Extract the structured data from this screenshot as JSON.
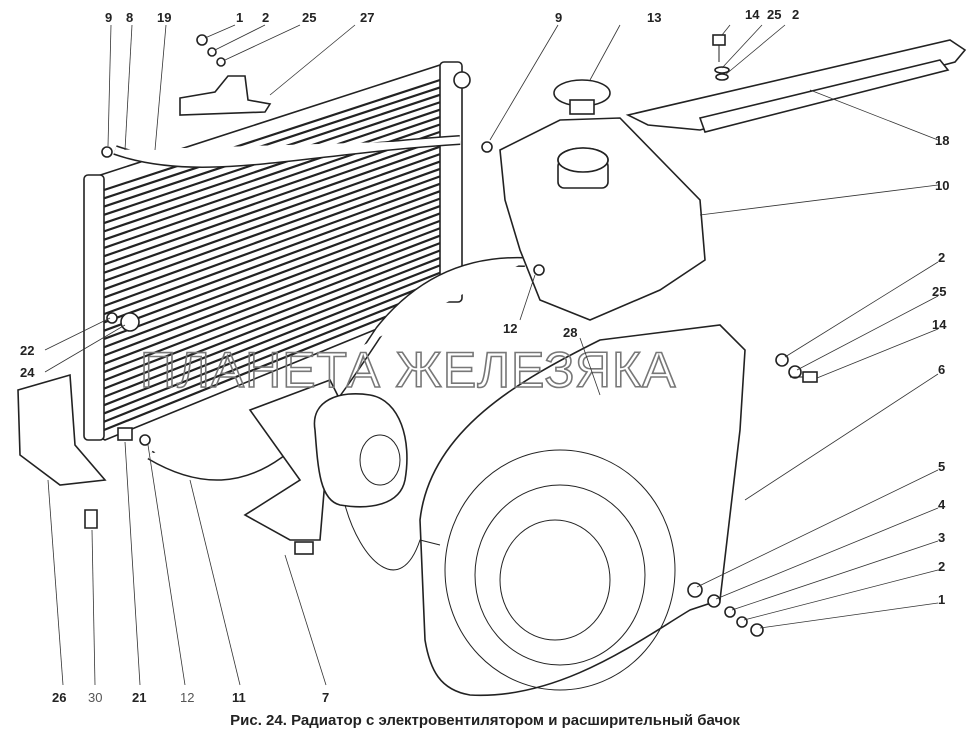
{
  "figure": {
    "caption": "Рис. 24. Радиатор с электровентилятором и расширительный бачок",
    "watermark": "ПЛАНЕТА ЖЕЛЕЗЯКА",
    "callouts": {
      "top_left": [
        "9",
        "8",
        "19"
      ],
      "top_mid": [
        "1",
        "2",
        "25",
        "27"
      ],
      "top_9": "9",
      "top_13": "13",
      "top_right": [
        "14",
        "25",
        "2"
      ],
      "right": [
        "18",
        "10",
        "2",
        "25",
        "14",
        "6",
        "5",
        "4",
        "3",
        "2",
        "1"
      ],
      "left": [
        "22",
        "24"
      ],
      "center": [
        "12",
        "28"
      ],
      "bottom": [
        "26",
        "30",
        "21",
        "12",
        "11",
        "7"
      ]
    }
  }
}
